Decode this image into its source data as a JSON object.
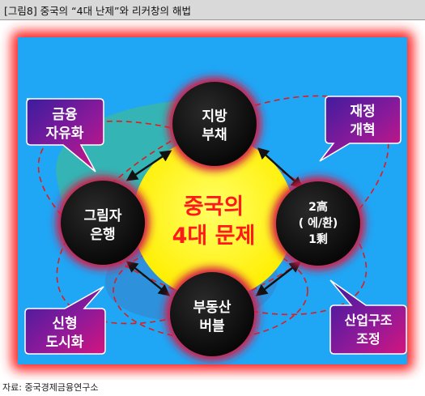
{
  "title": "[그림8] 중국의 “4대 난제”와 리커창의 해법",
  "source": "자료: 중국경제금융연구소",
  "center": {
    "line1": "중국의",
    "line2": "4대 문제"
  },
  "problems": {
    "local_debt": {
      "line1": "지방",
      "line2": "부채"
    },
    "shadow_banking": {
      "line1": "그림자",
      "line2": "은행"
    },
    "real_estate_bubble": {
      "line1": "부동산",
      "line2": "버블"
    },
    "three_highs": {
      "line1": "2高",
      "line2": "( 에/환)",
      "line3": "1剩"
    }
  },
  "solutions": {
    "financial_liberalization": {
      "line1": "금융",
      "line2": "자유화"
    },
    "fiscal_reform": {
      "line1": "재정",
      "line2": "개혁"
    },
    "new_urbanization": {
      "line1": "신형",
      "line2": "도시화"
    },
    "industrial_restructuring": {
      "line1": "산업구조",
      "line2": "조정"
    }
  },
  "colors": {
    "background_blue": "#1fa6f5",
    "center_yellow": "#ffff00",
    "center_text_red": "#ff1a1a",
    "node_dark": "#111111",
    "callout_purple": "#5a1ea6",
    "callout_magenta": "#d4147e",
    "dash_red": "#e01c1c",
    "glow_red": "#ff2b2b"
  }
}
